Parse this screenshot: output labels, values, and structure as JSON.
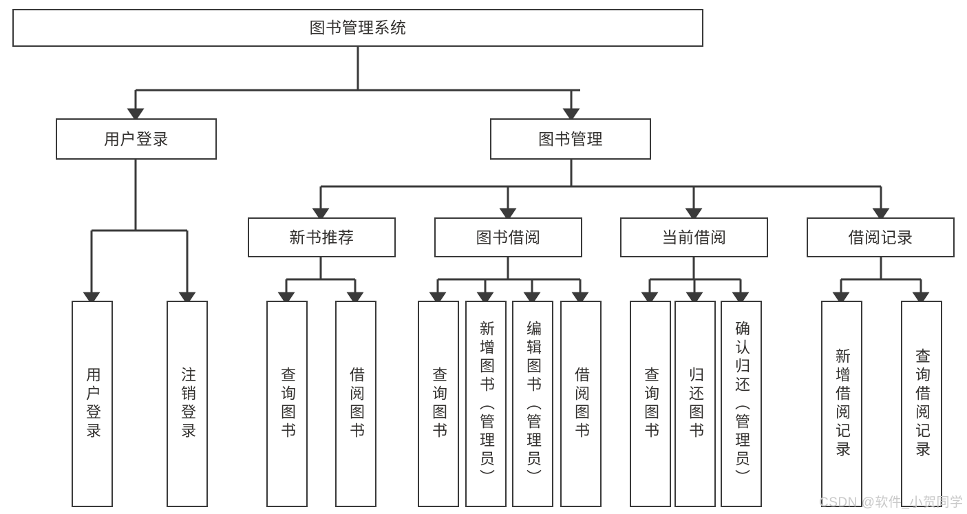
{
  "diagram": {
    "type": "hierarchy-tree",
    "title": "图书管理系统",
    "watermark": "CSDN @软件_小贺同学",
    "colors": {
      "background": "#ffffff",
      "node_fill": "#ffffff",
      "node_stroke": "#3a3a3a",
      "text": "#33312f",
      "watermark": "#c9c9c9"
    },
    "nodes": {
      "root": {
        "label": "图书管理系统",
        "level": 1
      },
      "l2": [
        {
          "id": "user-login",
          "label": "用户登录",
          "level": 2
        },
        {
          "id": "book-manage",
          "label": "图书管理",
          "level": 2
        }
      ],
      "l3": [
        {
          "id": "new-book-recommend",
          "label": "新书推荐",
          "level": 3
        },
        {
          "id": "book-borrow",
          "label": "图书借阅",
          "level": 3
        },
        {
          "id": "current-borrow",
          "label": "当前借阅",
          "level": 3
        },
        {
          "id": "borrow-record",
          "label": "借阅记录",
          "level": 3
        }
      ],
      "leaves": [
        {
          "id": "leaf-user-login",
          "label": "用户登录",
          "parent": "user-login"
        },
        {
          "id": "leaf-logout-login",
          "label": "注销登录",
          "parent": "user-login"
        },
        {
          "id": "leaf-query-book-1",
          "label": "查询图书",
          "parent": "new-book-recommend"
        },
        {
          "id": "leaf-borrow-book-1",
          "label": "借阅图书",
          "parent": "new-book-recommend"
        },
        {
          "id": "leaf-query-book-2",
          "label": "查询图书",
          "parent": "book-borrow"
        },
        {
          "id": "leaf-add-book",
          "label": "新增图书（管理员）",
          "parent": "book-borrow"
        },
        {
          "id": "leaf-edit-book",
          "label": "编辑图书（管理员）",
          "parent": "book-borrow"
        },
        {
          "id": "leaf-borrow-book-2",
          "label": "借阅图书",
          "parent": "book-borrow"
        },
        {
          "id": "leaf-query-book-3",
          "label": "查询图书",
          "parent": "current-borrow"
        },
        {
          "id": "leaf-return-book",
          "label": "归还图书",
          "parent": "current-borrow"
        },
        {
          "id": "leaf-confirm-return",
          "label": "确认归还（管理员）",
          "parent": "current-borrow"
        },
        {
          "id": "leaf-add-record",
          "label": "新增借阅记录",
          "parent": "borrow-record"
        },
        {
          "id": "leaf-query-record",
          "label": "查询借阅记录",
          "parent": "borrow-record"
        }
      ]
    }
  }
}
